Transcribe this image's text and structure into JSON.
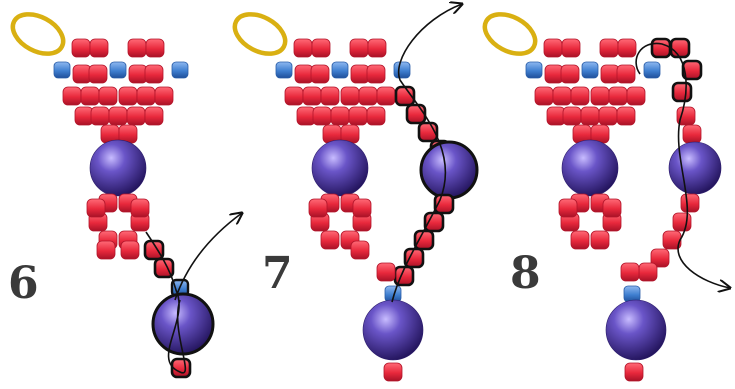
{
  "steps": [
    {
      "number": "6"
    },
    {
      "number": "7"
    },
    {
      "number": "8"
    }
  ],
  "colors": {
    "seed_bead": "#e8283c",
    "seed_bead_dark": "#b3152a",
    "accent_bead": "#2f6fc4",
    "pearl": "#3d2a8e",
    "pearl_light": "#9f8cf0",
    "jump_ring": "#d9b012",
    "thread": "#111111",
    "label": "#3a3a3a"
  },
  "icons": [
    "jump-ring-icon",
    "seed-bead-icon",
    "accent-bead-icon",
    "pearl-icon",
    "thread-arrow-icon"
  ]
}
